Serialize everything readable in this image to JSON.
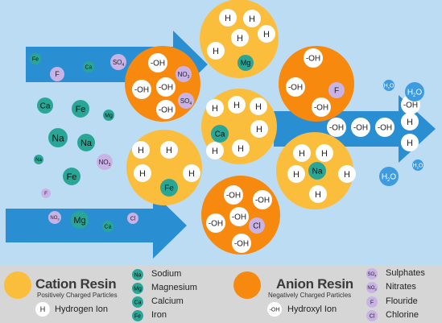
{
  "ions": {
    "H": "H",
    "OH": "-OH",
    "Na": "Na",
    "Mg": "Mg",
    "Ca": "Ca",
    "Fe": "Fe",
    "F": "F",
    "Cl": "Cl",
    "SO4_main": "SO",
    "SO4_sub": "4",
    "NO3_main": "NO",
    "NO3_sub": "3",
    "H2O_main": "H",
    "H2O_sub": "2",
    "H2O_end": "O"
  },
  "legend": {
    "cation_title": "Cation Resin",
    "cation_subtitle": "Positively Charged Particles",
    "anion_title": "Anion Resin",
    "anion_subtitle": "Negatively Charged Particles",
    "hydrogen_label": "Hydrogen Ion",
    "hydroxyl_label": "Hydroxyl Ion",
    "sodium": "Sodium",
    "magnesium": "Magnesium",
    "calcium": "Calcium",
    "iron": "Iron",
    "sulphates": "Sulphates",
    "nitrates": "Nitrates",
    "flouride": "Flouride",
    "chlorine": "Chlorine"
  },
  "colors": {
    "background": "#bcdcf4",
    "arrow": "#2a8fd2",
    "cation_resin": "#fbbd3c",
    "anion_resin": "#f6890e",
    "cation_ion": "#2aa697",
    "anion_ion": "#c9b3e6",
    "water": "#3d9be0",
    "legend_bg": "#d6d6d6"
  }
}
